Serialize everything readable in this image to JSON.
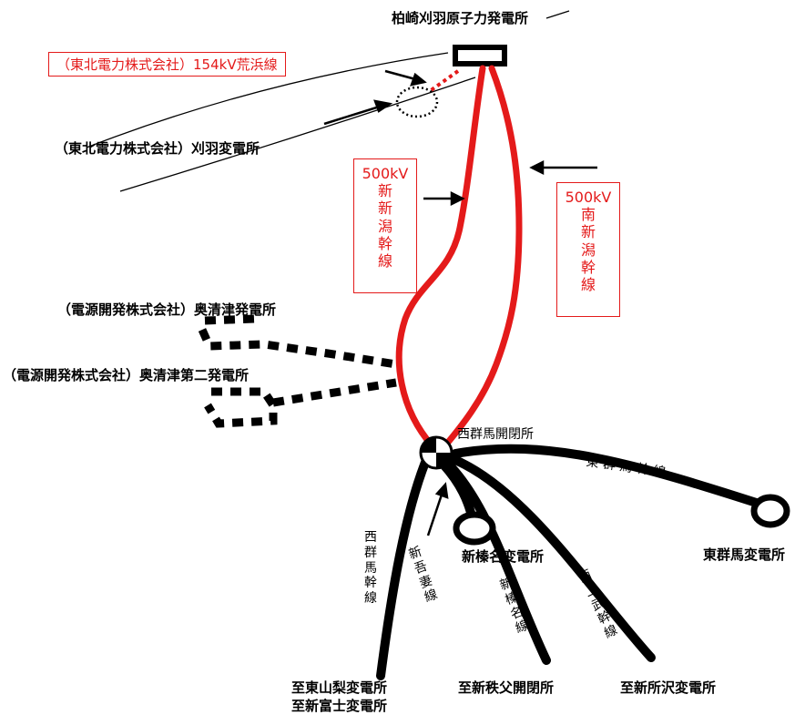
{
  "labels": {
    "kashiwazaki": "柏崎刈羽原子力発電所",
    "arahama": "（東北電力株式会社）154kV荒浜線",
    "kariwa": "（東北電力株式会社）刈羽変電所",
    "okukiyotsu": "（電源開発株式会社）奥清津発電所",
    "okukiyotsu2": "（電源開発株式会社）奥清津第二発電所",
    "nishigunma_sw": "西群馬開閉所",
    "higashigunma_line": "東 群 馬 幹 線",
    "higashigunma_ss": "東群馬変電所",
    "shinharuna_ss": "新榛名変電所",
    "nishigunma_line": [
      "西",
      "群",
      "馬",
      "幹",
      "線"
    ],
    "shinagatsuma_line": [
      "新",
      "吾",
      "妻",
      "線"
    ],
    "shinharuna_line": [
      "新",
      "榛",
      "名",
      "線"
    ],
    "nishijobu_line": [
      "西",
      "上",
      "武",
      "幹",
      "線"
    ],
    "to_higashiyamanashi": "至東山梨変電所",
    "to_shinfuji": "至新富士変電所",
    "to_shinchichibu": "至新秩父開閉所",
    "to_shintokorozawa": "至新所沢変電所"
  },
  "boxes": {
    "shin_niigata": {
      "voltage": "500kV",
      "name": [
        "新",
        "新",
        "潟",
        "幹",
        "線"
      ]
    },
    "minami_niigata": {
      "voltage": "500kV",
      "name": [
        "南",
        "新",
        "潟",
        "幹",
        "線"
      ]
    }
  },
  "colors": {
    "red": "#e41a1a",
    "black": "#000000"
  }
}
